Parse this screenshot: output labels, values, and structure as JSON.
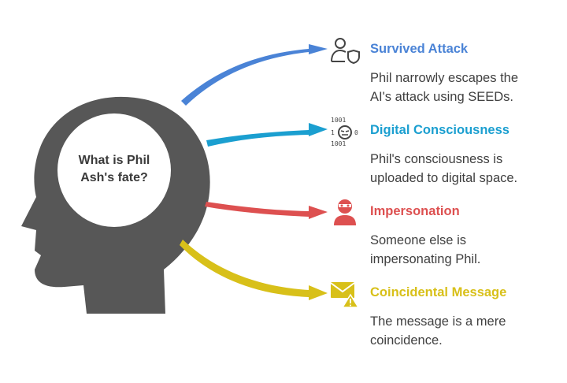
{
  "center": {
    "question": "What is Phil\nAsh's fate?"
  },
  "colors": {
    "head": "#575757",
    "circle": "#ffffff"
  },
  "branches": [
    {
      "title": "Survived Attack",
      "description": "Phil narrowly escapes the\nAI's attack using SEEDs.",
      "color": "#4a83d6",
      "icon": "person-shield-icon"
    },
    {
      "title": "Digital Consciousness",
      "description": "Phil's consciousness is\nuploaded to digital space.",
      "color": "#1b9fd0",
      "icon": "binary-face-icon"
    },
    {
      "title": "Impersonation",
      "description": "Someone else is\nimpersonating Phil.",
      "color": "#dd5050",
      "icon": "masked-person-icon"
    },
    {
      "title": "Coincidental Message",
      "description": "The message is a mere\ncoincidence.",
      "color": "#d8c019",
      "icon": "envelope-warning-icon"
    }
  ]
}
